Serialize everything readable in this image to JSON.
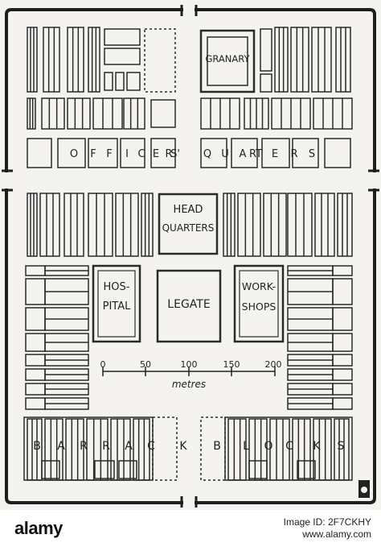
{
  "labels": {
    "granary": "GRANARY",
    "officers_letters": [
      "O",
      "F",
      "F",
      "I",
      "C",
      "E",
      "R",
      "S'"
    ],
    "quarters_letters": [
      "Q",
      "U",
      "A",
      "RT",
      "E",
      "R",
      "S"
    ],
    "hq_line1": "HEAD",
    "hq_line2": "QUARTERS",
    "hospital_line1": "HOS-",
    "hospital_line2": "PITAL",
    "legate": "LEGATE",
    "workshops_line1": "WORK-",
    "workshops_line2": "SHOPS",
    "barrack_letters": [
      "B",
      "A",
      "R",
      "R",
      "A",
      "C",
      "K"
    ],
    "blocks_letters": [
      "B",
      "L",
      "O",
      "C",
      "K",
      "S"
    ]
  },
  "scale": {
    "ticks": [
      "0",
      "50",
      "100",
      "150",
      "200"
    ],
    "unit": "metres"
  },
  "watermark": {
    "brand": "alamy",
    "image_id_label": "Image ID: 2F7CKHY",
    "site": "www.alamy.com"
  }
}
